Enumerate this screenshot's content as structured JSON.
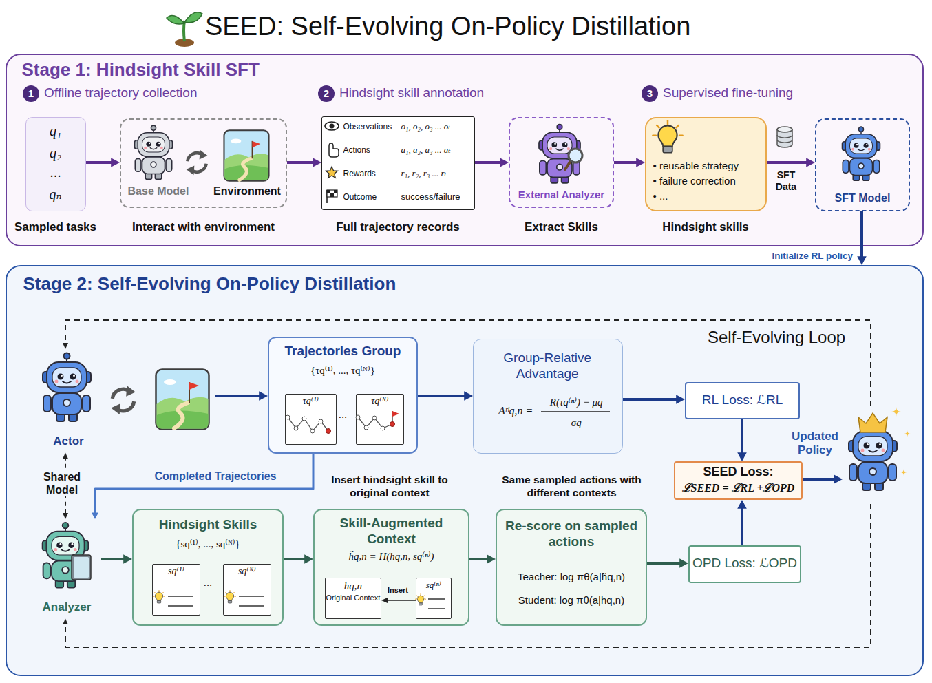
{
  "diagram": {
    "title": "SEED: Self-Evolving On-Policy Distillation",
    "nodes": [
      {
        "text": [
          "Stage 1: Hindsight Skill SFT"
        ]
      },
      {
        "text": [
          "q₁",
          "q₂",
          "...",
          "qₙ",
          "Sampled tasks"
        ],
        "in": 0
      },
      {
        "text": [
          "Base Model",
          "Environment",
          "Interact with environment"
        ],
        "in": 0
      },
      {
        "text": [
          "Observations",
          "o₁, o₂, o₃ ... oₜ",
          "Actions",
          "a₁, a₂, a₃ ... aₜ",
          "Rewards",
          "r₁, r₂, r₃ ... rₜ",
          "Outcome",
          "success/failure",
          "Full trajectory records"
        ],
        "in": 0
      },
      {
        "text": [
          "External Analyzer",
          "Extract Skills"
        ],
        "in": 0
      },
      {
        "text": [
          "• reusable strategy",
          "• failure correction",
          "• ...",
          "Hindsight skills"
        ],
        "in": 0
      },
      {
        "text": [
          "SFT Model"
        ],
        "in": 0
      },
      {
        "text": [
          "Stage 2: Self-Evolving On-Policy Distillation"
        ]
      },
      {
        "text": [
          "Actor"
        ],
        "in": 7
      },
      {
        "text": [
          "Trajectories Group",
          "{τq⁽¹⁾, ..., τq⁽ᴺ⁾}",
          "..."
        ],
        "in": 7
      },
      {
        "text": [
          "τq⁽¹⁾"
        ],
        "in": 9
      },
      {
        "text": [
          "τq⁽ᴺ⁾"
        ],
        "in": 9
      },
      {
        "text": [
          "Group-Relative Advantage",
          "Aʳˡq,n =",
          "R(τq⁽ⁿ⁾) − μq",
          "σq"
        ],
        "in": 7
      },
      {
        "text": [
          "RL Loss: ℒRL"
        ],
        "in": 7
      },
      {
        "text": [
          "SEED Loss:",
          "ℒSEED = ℒRL +ℒOPD"
        ],
        "in": 7
      },
      {
        "text": [
          "Updated Policy"
        ],
        "in": 7
      },
      {
        "text": [
          "Analyzer"
        ],
        "in": 7
      },
      {
        "text": [
          "Hindsight Skills",
          "{sq⁽¹⁾, ..., sq⁽ᴺ⁾}",
          "..."
        ],
        "in": 7
      },
      {
        "text": [
          "sq⁽¹⁾"
        ],
        "in": 17
      },
      {
        "text": [
          "sq⁽ᴺ⁾"
        ],
        "in": 17
      },
      {
        "text": [
          "Skill-Augmented Context",
          "h̃q,n = H(hq,n, sq⁽ⁿ⁾)"
        ],
        "in": 7
      },
      {
        "text": [
          "hq,n",
          "Original Context"
        ],
        "in": 20
      },
      {
        "text": [
          "sq⁽ⁿ⁾"
        ],
        "in": 20
      },
      {
        "text": [
          "Re-score on sampled actions",
          "Teacher: log πθ(a|h̃q,n)",
          "Student: log πθ(a|hq,n)"
        ],
        "in": 7
      },
      {
        "text": [
          "OPD Loss: ℒOPD"
        ],
        "in": 7
      }
    ],
    "edges": [
      {
        "from": 1,
        "to": 2,
        "arrow": "to"
      },
      {
        "from": 2,
        "to": 3,
        "arrow": "to"
      },
      {
        "from": 3,
        "to": 4,
        "arrow": "to"
      },
      {
        "from": 4,
        "to": 5,
        "arrow": "to"
      },
      {
        "from": 5,
        "to": 6,
        "arrow": "to",
        "label": "SFT Data"
      },
      {
        "from": 6,
        "to": 7,
        "arrow": "to",
        "label": "Initialize RL policy"
      },
      {
        "from": 8,
        "to": 9,
        "arrow": "to"
      },
      {
        "from": 9,
        "to": 12,
        "arrow": "to"
      },
      {
        "from": 12,
        "to": 13,
        "arrow": "to"
      },
      {
        "from": 13,
        "to": 14,
        "arrow": "to"
      },
      {
        "from": 24,
        "to": 14,
        "arrow": "to"
      },
      {
        "from": 14,
        "to": 15,
        "arrow": "to"
      },
      {
        "from": 9,
        "to": 16,
        "arrow": "to",
        "label": "Completed Trajectories"
      },
      {
        "from": 16,
        "to": 17,
        "arrow": "to"
      },
      {
        "from": 17,
        "to": 20,
        "arrow": "to"
      },
      {
        "from": 20,
        "to": 23,
        "arrow": "to"
      },
      {
        "from": 23,
        "to": 24,
        "arrow": "to"
      },
      {
        "from": 22,
        "to": 21,
        "arrow": "to",
        "label": "Insert"
      },
      {
        "from": 15,
        "to": 8,
        "arrow": "to"
      },
      {
        "from": 15,
        "to": 16,
        "arrow": "to"
      },
      {
        "from": 8,
        "to": 16,
        "arrow": "both",
        "label": "Shared Model"
      }
    ],
    "labels": [
      "1",
      "Offline trajectory collection",
      "2",
      "Hindsight skill annotation",
      "3",
      "Supervised fine-tuning",
      "Self-Evolving Loop",
      "Insert hindsight skill to original context",
      "Same sampled actions with different contexts"
    ]
  }
}
